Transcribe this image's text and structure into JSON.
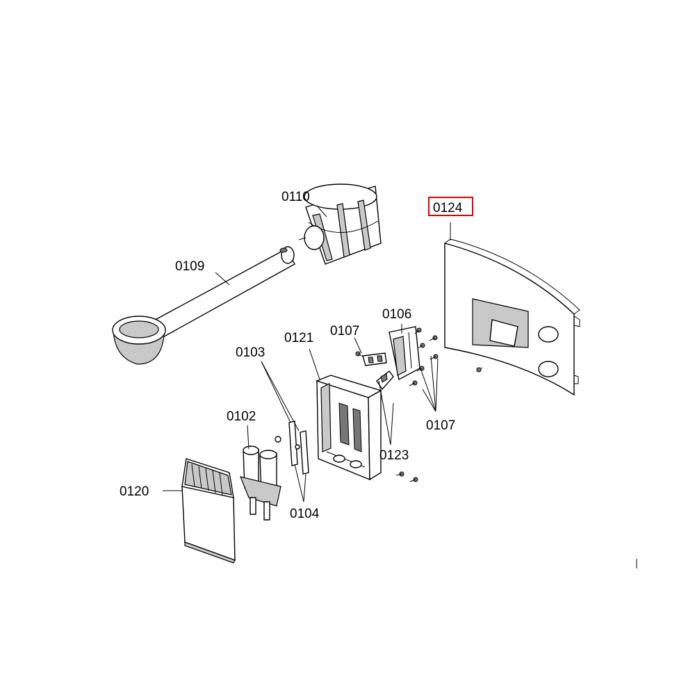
{
  "labels": {
    "l0110": "0110",
    "l0109": "0109",
    "l0124": "0124",
    "l0106": "0106",
    "l0107a": "0107",
    "l0107b": "0107",
    "l0121": "0121",
    "l0103": "0103",
    "l0102": "0102",
    "l0123": "0123",
    "l0120": "0120",
    "l0104": "0104"
  },
  "highlight": {
    "label": "0124",
    "color": "#e00000"
  }
}
